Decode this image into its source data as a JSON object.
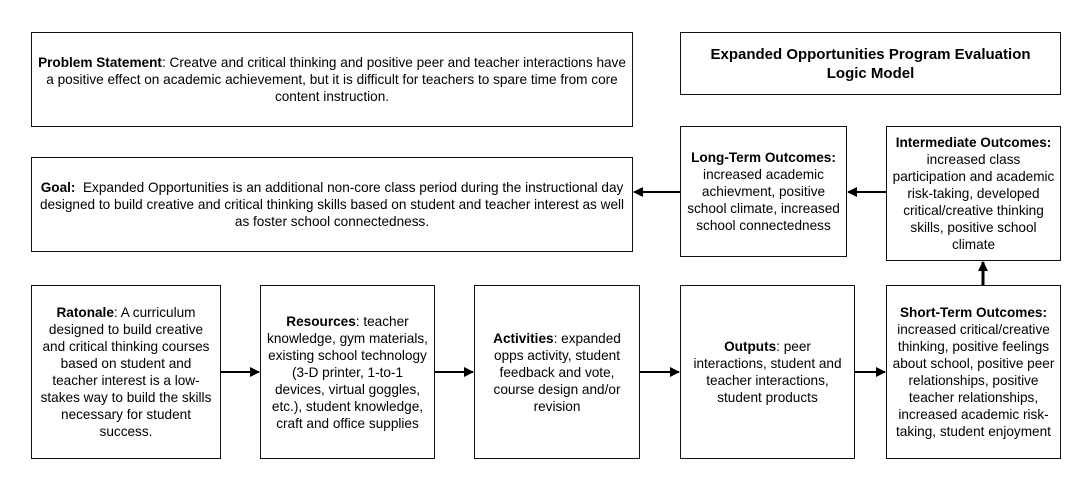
{
  "problem": {
    "heading": "Problem Statement",
    "text": ": Creatve and critical thinking and positive peer and teacher interactions have a positive effect on academic achievement, but it is difficult for teachers to spare time from core content instruction."
  },
  "title": {
    "text": "Expanded Opportunities Program Evaluation Logic Model"
  },
  "goal": {
    "heading": "Goal:",
    "text": "  Expanded Opportunities is an additional non-core class period during the instructional day designed to build creative and critical thinking skills based on student and teacher interest as well as foster school connectedness."
  },
  "long_term": {
    "heading": "Long-Term Outcomes:",
    "text": "increased academic achievment, positive school climate, increased school connectedness"
  },
  "intermediate": {
    "heading": "Intermediate Outcomes:",
    "text": "increased class participation and academic risk-taking, developed critical/creative thinking skills, positive school climate"
  },
  "rationale": {
    "heading": "Ratonale",
    "text": ": A curriculum designed to build creative and critical thinking courses based on student and teacher interest is a low-stakes way to build the skills necessary for student success."
  },
  "resources": {
    "heading": "Resources",
    "text": ": teacher knowledge, gym materials, existing school technology (3-D printer, 1-to-1 devices, virtual goggles, etc.), student knowledge, craft and office supplies"
  },
  "activities": {
    "heading": "Activities",
    "text": ": expanded opps activity, student feedback and vote, course design and/or revision"
  },
  "outputs": {
    "heading": "Outputs",
    "text": ": peer interactions, student and teacher interactions, student products"
  },
  "short_term": {
    "heading": "Short-Term Outcomes:",
    "text": "increased critical/creative thinking, positive feelings about school, positive peer relationships, positive teacher relationships, increased academic risk-taking, student enjoyment"
  }
}
